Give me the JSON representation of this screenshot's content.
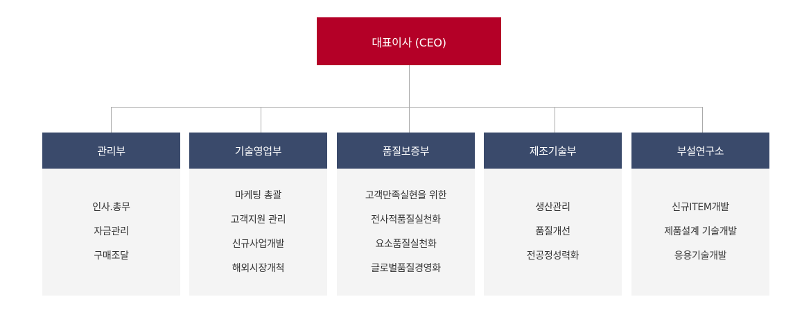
{
  "ceo": {
    "label": "대표이사 (CEO)"
  },
  "colors": {
    "ceo_bg": "#b40027",
    "dept_bg": "#3a4a6b",
    "body_bg": "#f4f4f4",
    "line": "#aaaaaa"
  },
  "departments": [
    {
      "name": "관리부",
      "duties": [
        "인사.총무",
        "자금관리",
        "구매조달"
      ]
    },
    {
      "name": "기술영업부",
      "duties": [
        "마케팅 총괄",
        "고객지원 관리",
        "신규사업개발",
        "해외시장개척"
      ]
    },
    {
      "name": "품질보증부",
      "duties": [
        "고객만족실현을 위한",
        "전사적품질실천화",
        "요소품질실천화",
        "글로벌품질경영화"
      ]
    },
    {
      "name": "제조기술부",
      "duties": [
        "생산관리",
        "품질개선",
        "전공정성력화"
      ]
    },
    {
      "name": "부설연구소",
      "duties": [
        "신규ITEM개발",
        "제품설계 기술개발",
        "응용기술개발"
      ]
    }
  ]
}
